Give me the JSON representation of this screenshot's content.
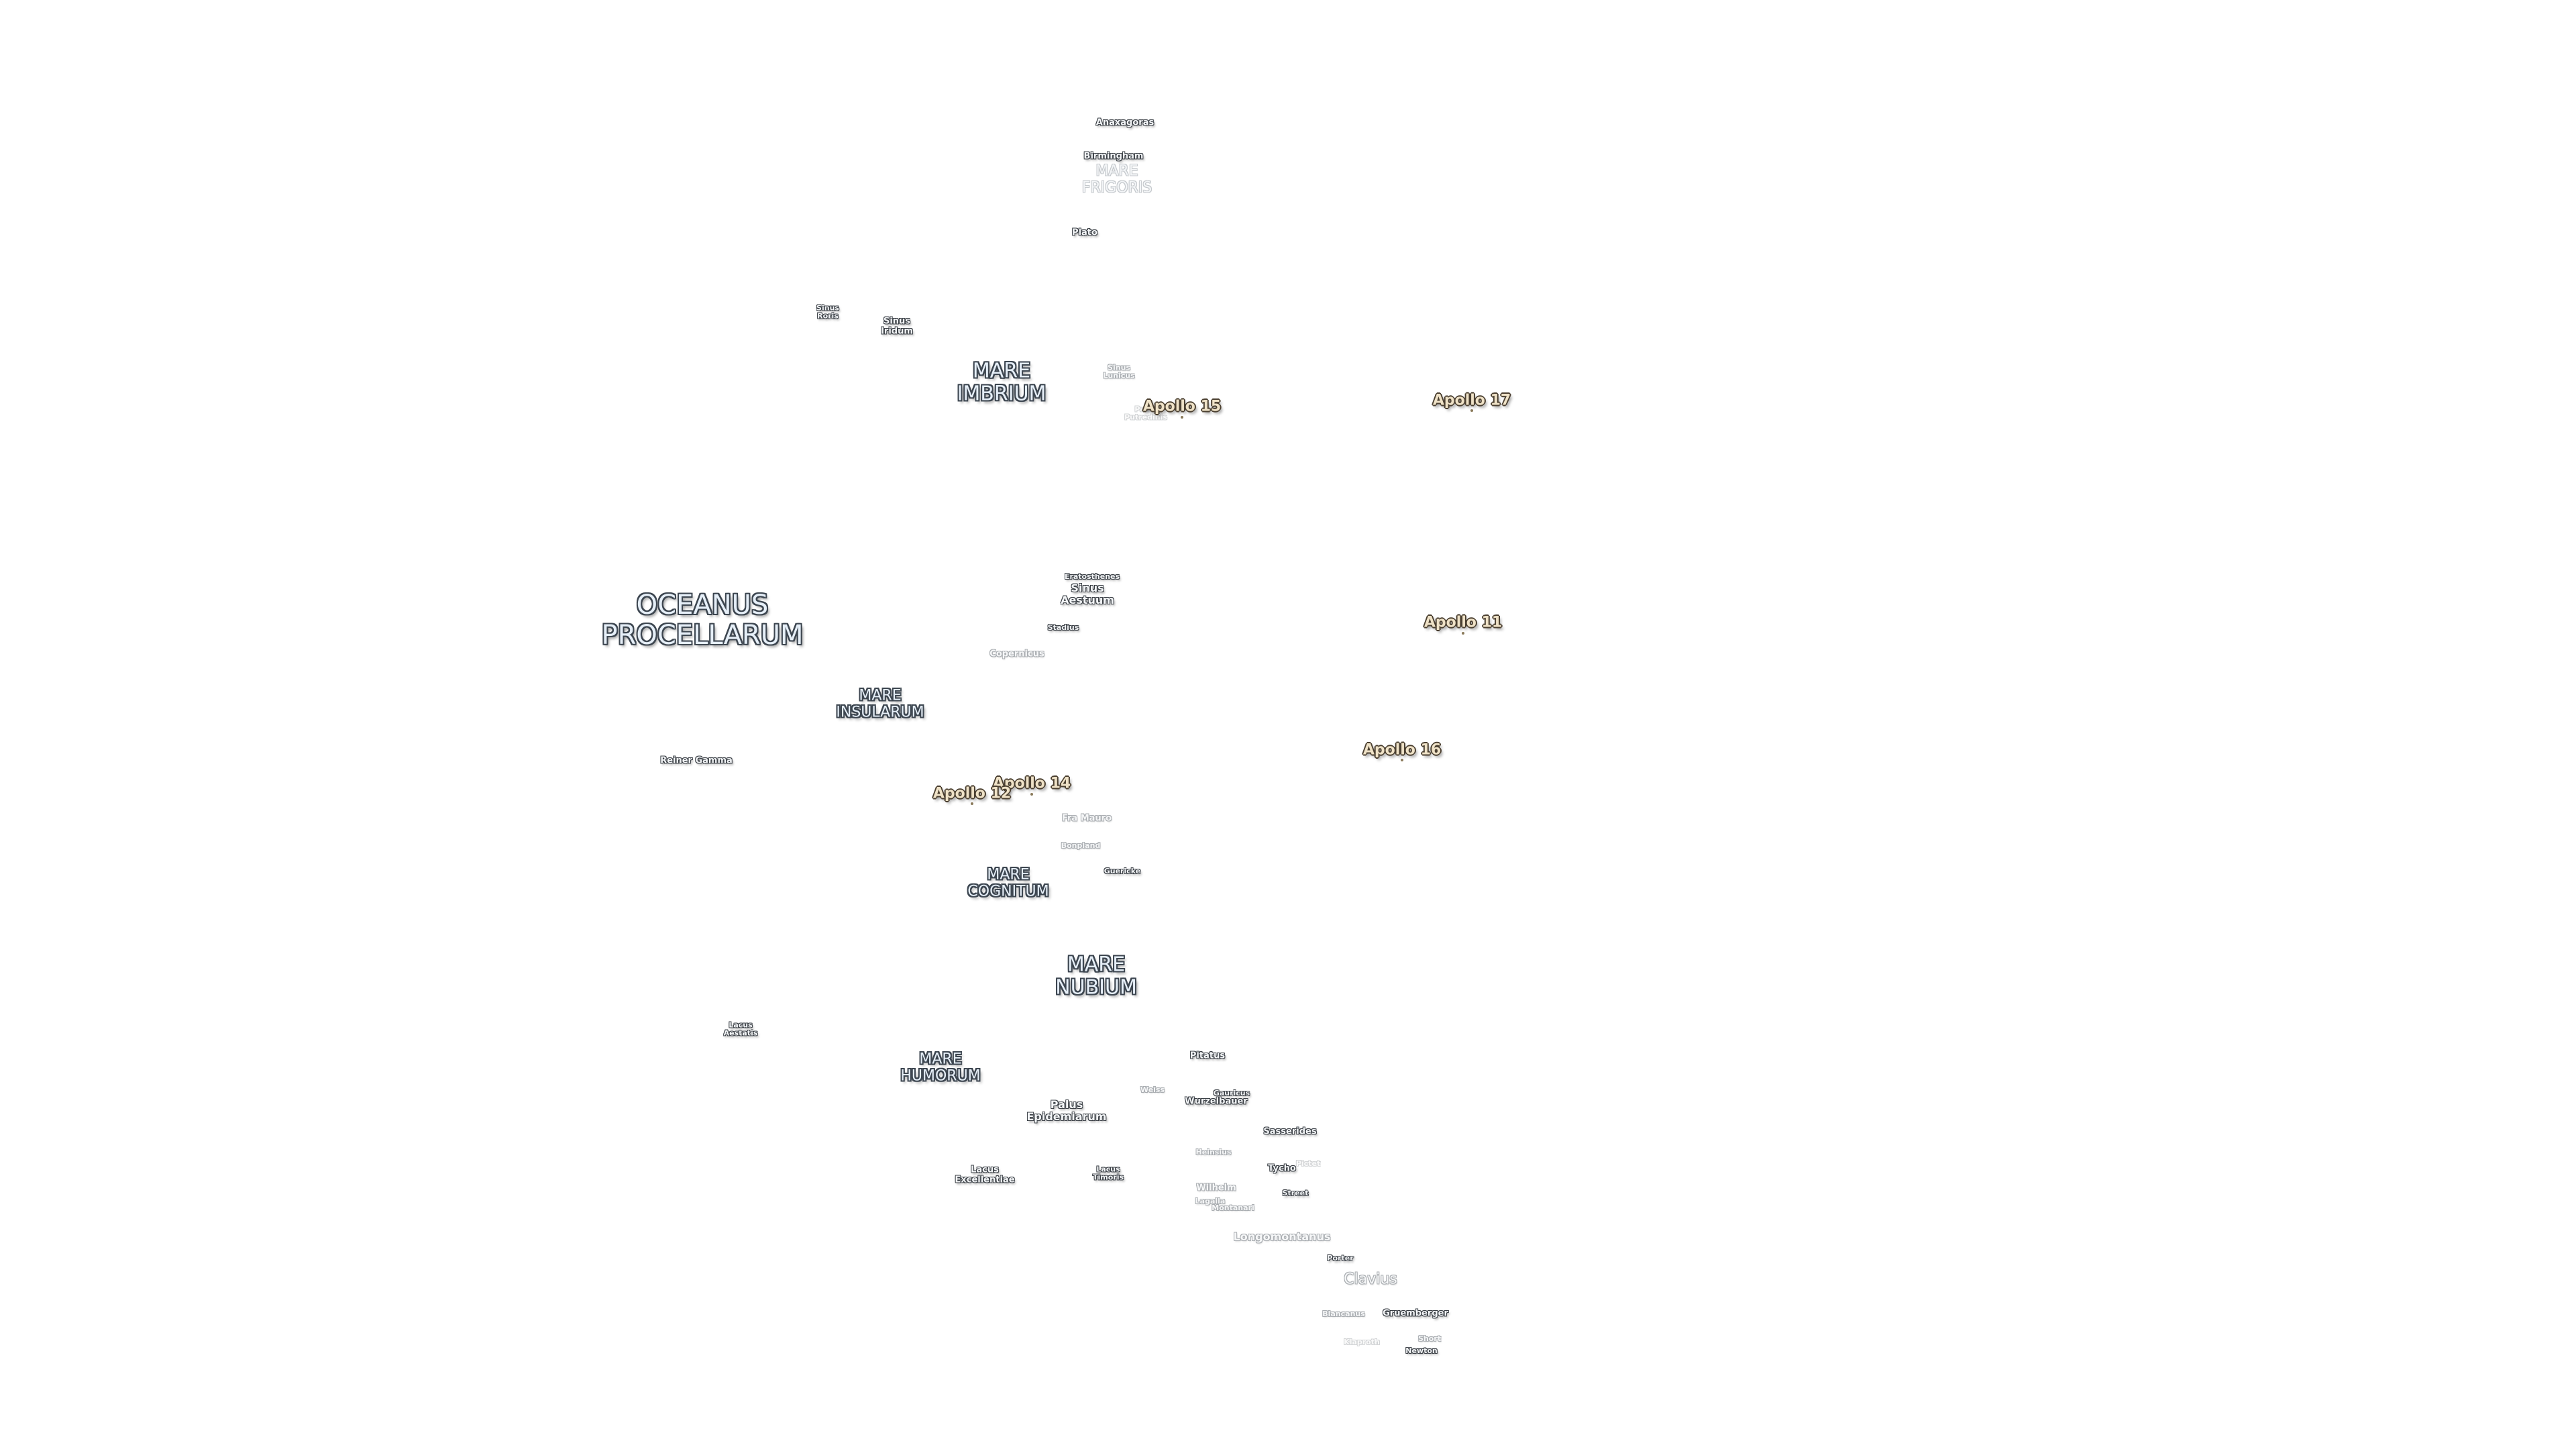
{
  "colors": {
    "background": "#ffffff",
    "mare_fill": "#e6eff8",
    "mare_outline": "#3d4650",
    "crater_fill": "#f4f6f8",
    "crater_outline": "#3a3f45",
    "apollo_fill": "#efe2c7",
    "apollo_outline": "#4a3f30"
  },
  "maria": {
    "frigoris": "MARE\nFRIGORIS",
    "imbrium": "MARE\nIMBRIUM",
    "procellarum": "OCEANUS\nPROCELLARUM",
    "insularum": "MARE\nINSULARUM",
    "cognitum": "MARE\nCOGNITUM",
    "nubium": "MARE\nNUBIUM",
    "humorum": "MARE\nHUMORUM"
  },
  "features": {
    "anaxagoras": "Anaxagoras",
    "birmingham": "Birmingham",
    "plato": "Plato",
    "sinus_roris": "Sinus\nRoris",
    "sinus_iridum": "Sinus\nIridum",
    "sinus_lunicus": "Sinus\nLunicus",
    "palus_putredinis": "Palus\nPutredinis",
    "eratosthenes": "Eratosthenes",
    "sinus_aestuum": "Sinus\nAestuum",
    "stadius": "Stadius",
    "copernicus": "Copernicus",
    "reiner_gamma": "Reiner Gamma",
    "fra_mauro": "Fra Mauro",
    "bonpland": "Bonpland",
    "guericke": "Guericke",
    "lacus_aestatis": "Lacus\nAestatis",
    "pitatus": "Pitatus",
    "weiss": "Weiss",
    "gauricus": "Gauricus",
    "wurzelbauer": "Wurzelbauer",
    "palus_epidemiarum": "Palus\nEpidemiarum",
    "sasserides": "Sasserides",
    "heinsius": "Heinsius",
    "tycho": "Tycho",
    "pictet": "Pictet",
    "lacus_excellentiae": "Lacus\nExcellentiae",
    "lacus_timoris": "Lacus\nTimoris",
    "wilhelm": "Wilhelm",
    "lagalla": "Lagalla",
    "montanari": "Montanari",
    "street": "Street",
    "longomontanus": "Longomontanus",
    "porter": "Porter",
    "clavius": "Clavius",
    "blancanus": "Blancanus",
    "gruemberger": "Gruemberger",
    "klaproth": "Klaproth",
    "short": "Short",
    "newton": "Newton"
  },
  "apollo": {
    "a15": "Apollo 15",
    "a17": "Apollo 17",
    "a11": "Apollo 11",
    "a16": "Apollo 16",
    "a14": "Apollo 14",
    "a12": "Apollo 12"
  }
}
